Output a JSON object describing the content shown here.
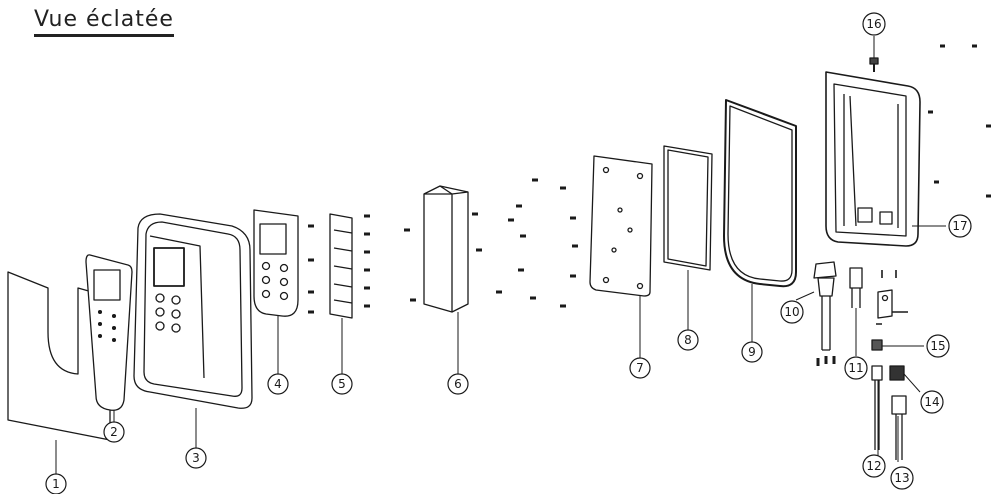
{
  "title": "Vue éclatée",
  "callouts": [
    "1",
    "2",
    "3",
    "4",
    "5",
    "6",
    "7",
    "8",
    "9",
    "10",
    "11",
    "12",
    "13",
    "14",
    "15",
    "16",
    "17"
  ]
}
